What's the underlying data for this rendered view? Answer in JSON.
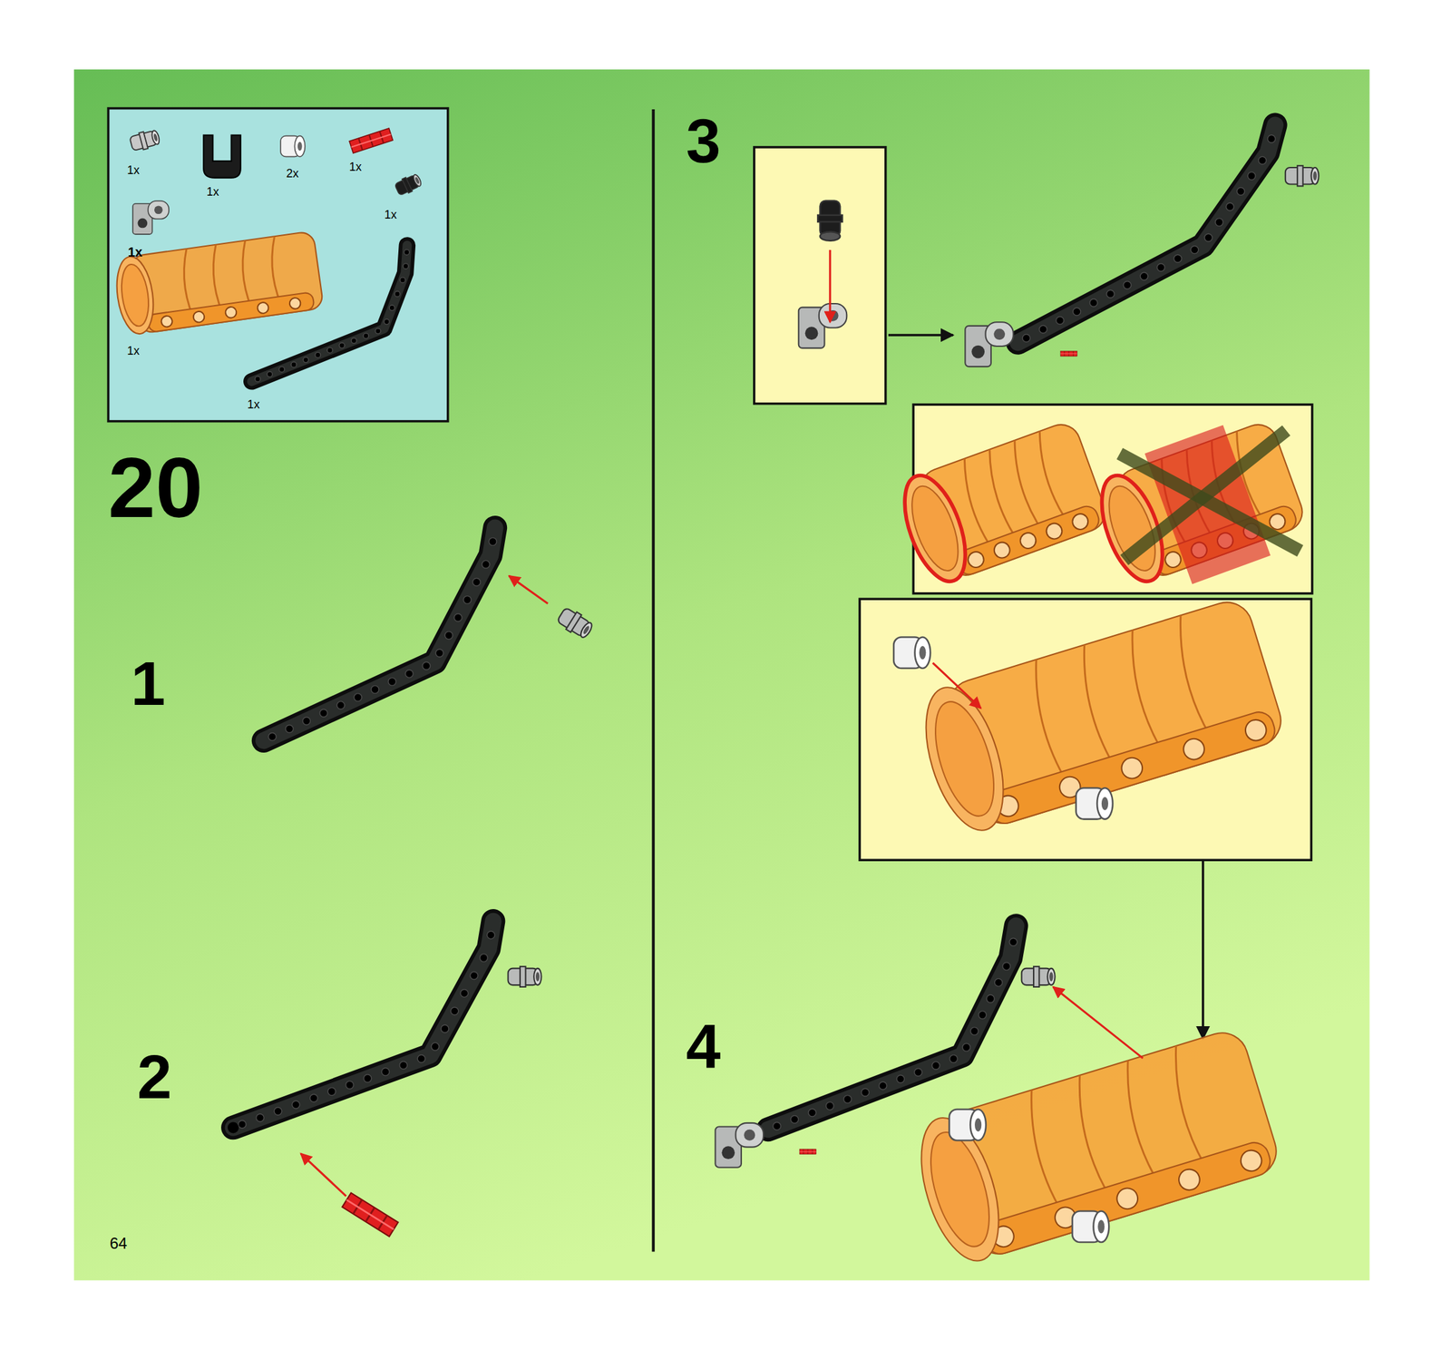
{
  "diagram": {
    "labels": [
      "1x",
      "1x",
      "2x",
      "1x",
      "1x",
      "1x",
      "1x",
      "1x",
      "20",
      "1",
      "2",
      "3",
      "4",
      "64"
    ]
  }
}
